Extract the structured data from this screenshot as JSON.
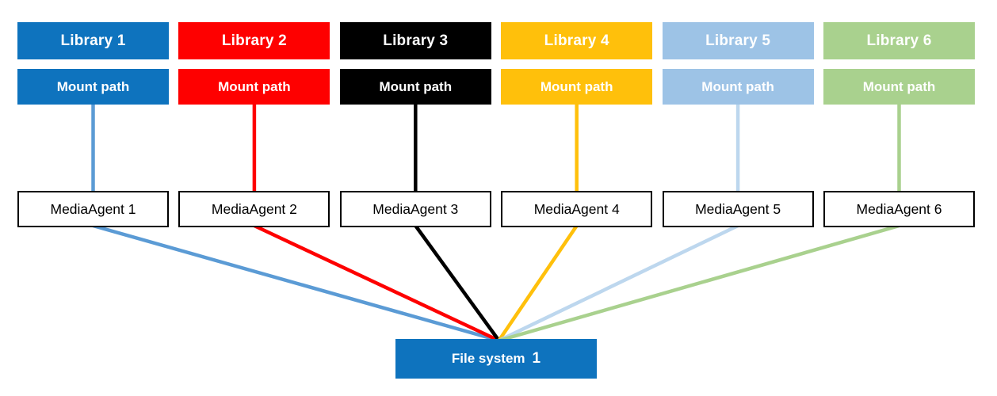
{
  "diagram": {
    "columns": [
      {
        "library_label": "Library 1",
        "mount_label": "Mount path",
        "agent_label": "MediaAgent 1",
        "box_color": "#0E73BE",
        "label_color": "#FFFFFF",
        "connector_color": "#5B9BD5"
      },
      {
        "library_label": "Library 2",
        "mount_label": "Mount path",
        "agent_label": "MediaAgent 2",
        "box_color": "#FE0000",
        "label_color": "#FFFFFF",
        "connector_color": "#FE0000"
      },
      {
        "library_label": "Library 3",
        "mount_label": "Mount path",
        "agent_label": "MediaAgent 3",
        "box_color": "#000000",
        "label_color": "#FFFFFF",
        "connector_color": "#000000"
      },
      {
        "library_label": "Library 4",
        "mount_label": "Mount path",
        "agent_label": "MediaAgent 4",
        "box_color": "#FFC00B",
        "label_color": "#FFFFFF",
        "connector_color": "#FFC00B"
      },
      {
        "library_label": "Library 5",
        "mount_label": "Mount path",
        "agent_label": "MediaAgent 5",
        "box_color": "#9DC3E6",
        "label_color": "#FFFFFF",
        "connector_color": "#BDD7EE"
      },
      {
        "library_label": "Library 6",
        "mount_label": "Mount path",
        "agent_label": "MediaAgent 6",
        "box_color": "#A9D18E",
        "label_color": "#FFFFFF",
        "connector_color": "#A9D18E"
      }
    ],
    "agent_box": {
      "background": "#FFFFFF",
      "border_color": "#000000",
      "text_color": "#000000"
    },
    "file_system": {
      "label": "File system",
      "number": "1",
      "box_color": "#0E73BE",
      "text_color": "#FFFFFF"
    }
  }
}
